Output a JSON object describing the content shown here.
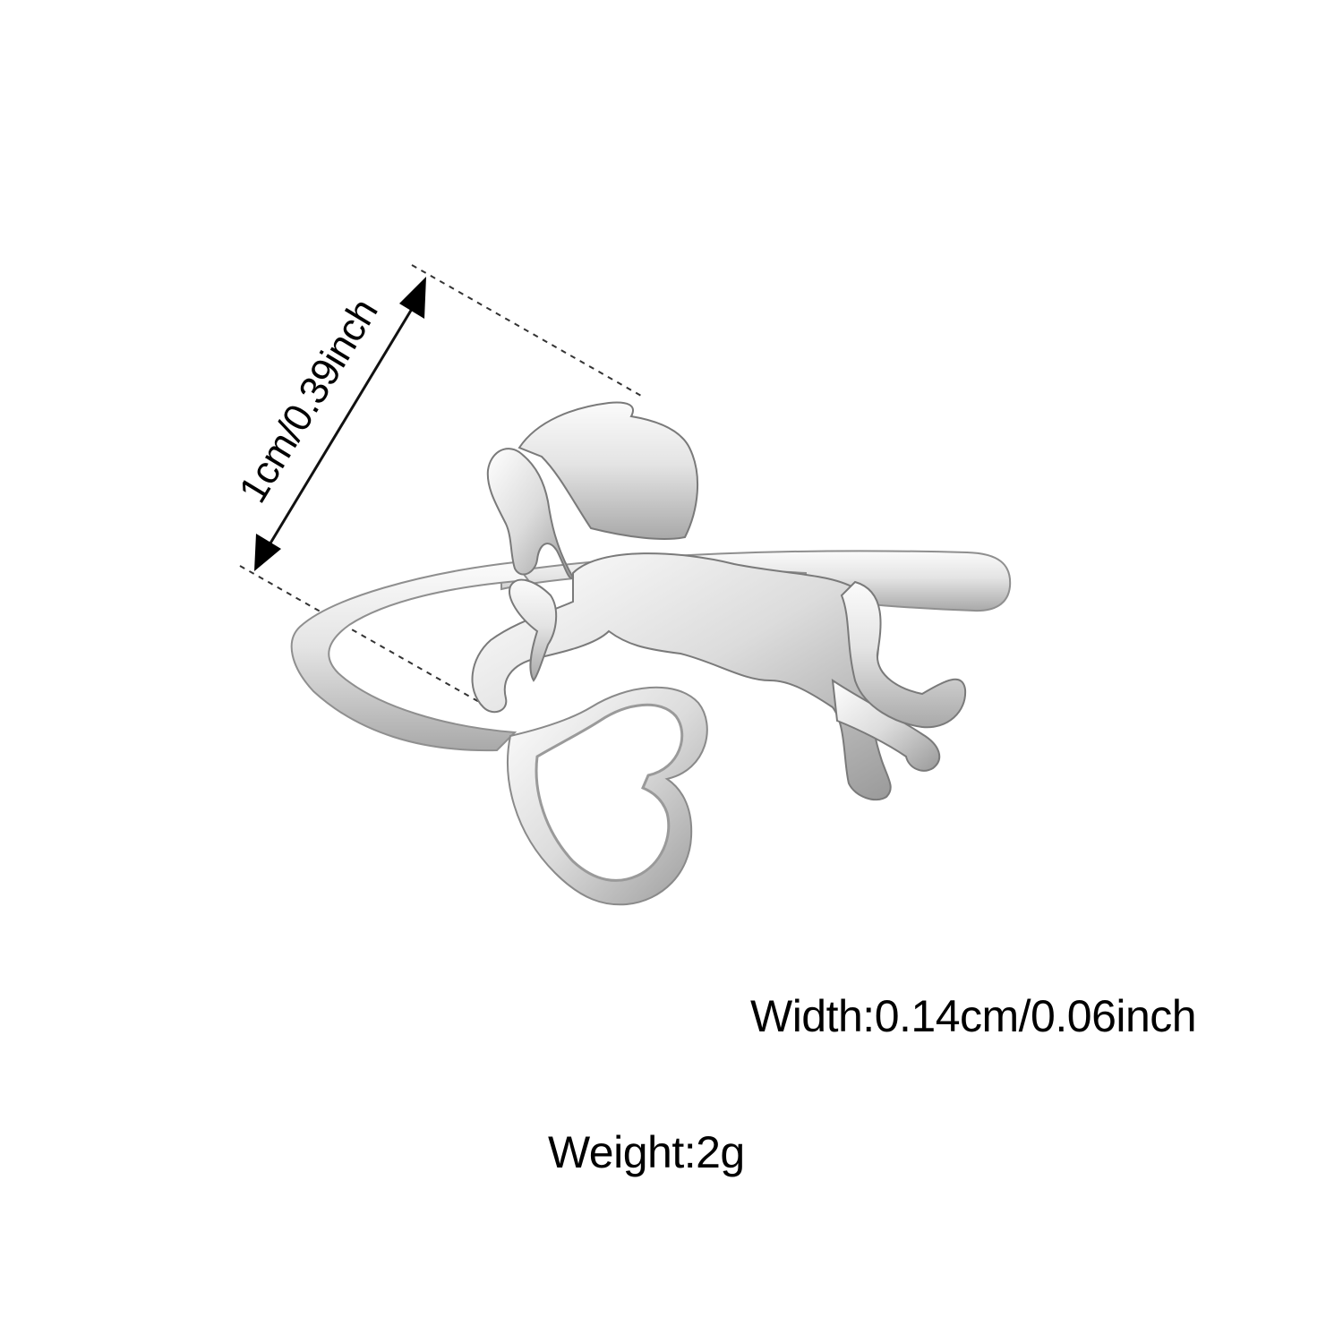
{
  "measurements": {
    "height": "1cm/0.39inch",
    "width": "Width:0.14cm/0.06inch",
    "weight": "Weight:2g"
  },
  "colors": {
    "background": "#ffffff",
    "text": "#000000",
    "metal_light": "#f4f4f4",
    "metal_mid": "#c9c9c9",
    "metal_dark": "#7a7a7a"
  }
}
